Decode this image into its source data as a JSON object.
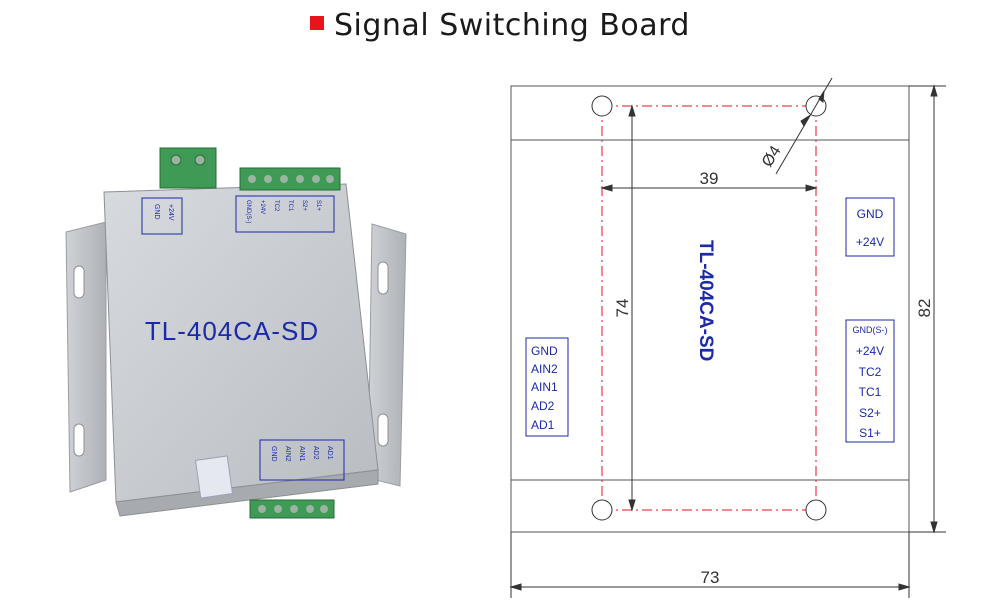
{
  "title": "Signal Switching Board",
  "colors": {
    "accent": "#e8141b",
    "label": "#1a2aa8",
    "board": "#c8cbcf"
  },
  "photo": {
    "product_label": "TL-404CA-SD",
    "top_left_terminals": [
      "GND",
      "+24V"
    ],
    "top_right_terminals": [
      "GND(S-)",
      "+24V",
      "TC2",
      "TC1",
      "S2+",
      "S1+"
    ],
    "bottom_terminals": [
      "GND",
      "AIN2",
      "AIN1",
      "AD2",
      "AD1"
    ]
  },
  "drawing": {
    "model": "TL-404CA-SD",
    "dimensions": {
      "hole_spacing_width": "39",
      "hole_spacing_height": "74",
      "overall_height": "82",
      "overall_width": "73",
      "hole_diameter": "Ø4"
    },
    "left_terminals": [
      "GND",
      "AIN2",
      "AIN1",
      "AD2",
      "AD1"
    ],
    "right_top_terminals": [
      "GND",
      "+24V"
    ],
    "right_bottom_terminals": [
      "GND(S-)",
      "+24V",
      "TC2",
      "TC1",
      "S2+",
      "S1+"
    ]
  }
}
